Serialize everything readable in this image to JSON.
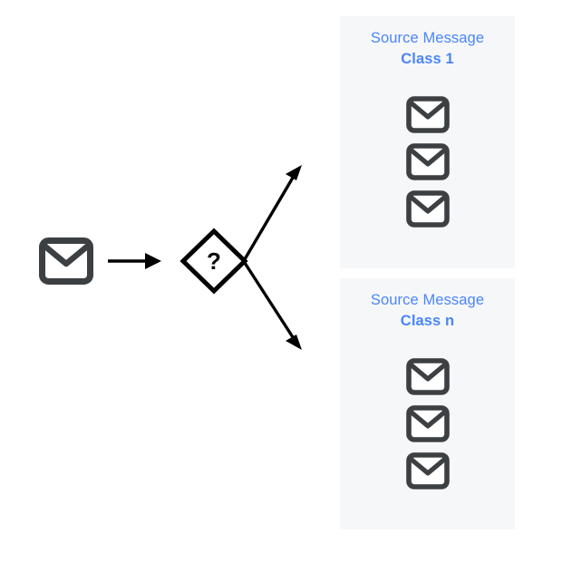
{
  "diagram": {
    "title": "Message classification routing diagram",
    "background_color": "#ffffff",
    "panel_background_color": "#f6f7f9",
    "accent_color": "#4a86f7",
    "envelope_color": "#3c4043",
    "arrow_color": "#000000"
  },
  "input": {
    "icon": "envelope-icon",
    "label": "incoming message"
  },
  "decision": {
    "icon": "diamond-decision-icon",
    "symbol": "?",
    "label": "classifier decision"
  },
  "arrows": {
    "input_arrow": "arrow-right",
    "branch_up_arrow": "arrow-up-right",
    "branch_down_arrow": "arrow-down-right"
  },
  "panels": [
    {
      "id": "class-1",
      "heading_line_1": "Source Message",
      "heading_line_2": "Class 1",
      "messages": [
        {
          "icon": "envelope-icon"
        },
        {
          "icon": "envelope-icon"
        },
        {
          "icon": "envelope-icon"
        }
      ]
    },
    {
      "id": "class-n",
      "heading_line_1": "Source Message",
      "heading_line_2": "Class n",
      "messages": [
        {
          "icon": "envelope-icon"
        },
        {
          "icon": "envelope-icon"
        },
        {
          "icon": "envelope-icon"
        }
      ]
    }
  ]
}
